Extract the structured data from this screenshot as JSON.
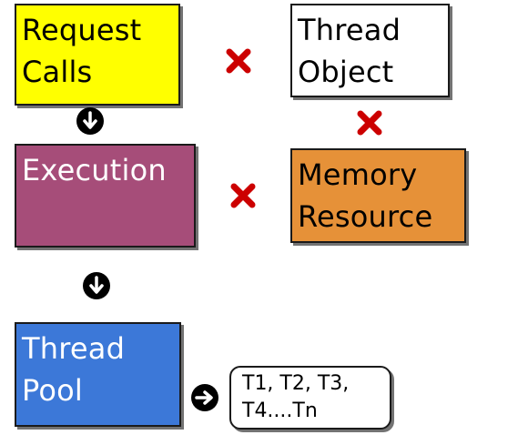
{
  "diagram": {
    "boxes": {
      "request_calls": {
        "label": "Request\nCalls",
        "fill": "#ffff00",
        "text_color": "#000000"
      },
      "thread_object": {
        "label": "Thread\nObject",
        "fill": "#ffffff",
        "text_color": "#000000"
      },
      "execution": {
        "label": "Execution",
        "fill": "#a64d79",
        "text_color": "#ffffff"
      },
      "memory_resource": {
        "label": "Memory\nResource",
        "fill": "#e69138",
        "text_color": "#000000"
      },
      "thread_pool": {
        "label": "Thread\nPool",
        "fill": "#3c78d8",
        "text_color": "#ffffff"
      }
    },
    "threads": {
      "label": "T1, T2, T3,\nT4....Tn"
    },
    "colors": {
      "cross": "#cc0000",
      "arrow": "#000000",
      "outline": "#1a1a1a"
    },
    "icons": {
      "arrow_down": "circled-down-arrow-icon",
      "arrow_right": "circled-right-arrow-icon",
      "cross": "red-cross-icon"
    }
  }
}
